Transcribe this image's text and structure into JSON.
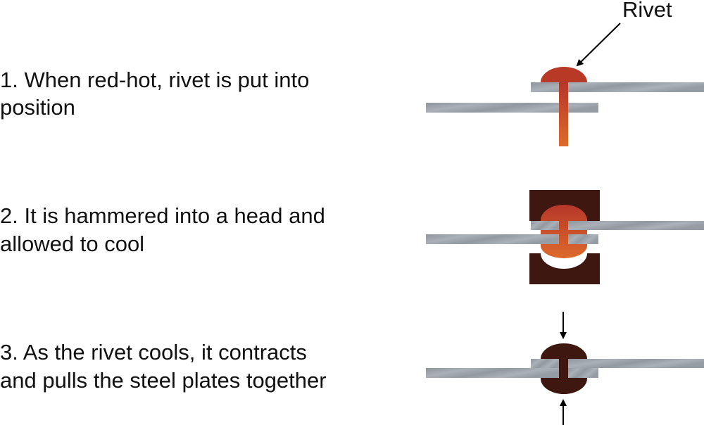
{
  "label": "Rivet",
  "steps": [
    {
      "lines": [
        "1. When red-hot, rivet is put into",
        "position"
      ]
    },
    {
      "lines": [
        "2. It is hammered into a head and",
        "allowed to cool"
      ]
    },
    {
      "lines": [
        "3. As the rivet cools, it contracts",
        "and pulls the steel plates together"
      ]
    }
  ],
  "colors": {
    "hot_rivet_top": "#b83a26",
    "hot_rivet_bottom": "#dc6a2c",
    "cool_rivet": "#3e1810",
    "die": "#3e1810",
    "steel_plate": "#9aa1a8"
  }
}
